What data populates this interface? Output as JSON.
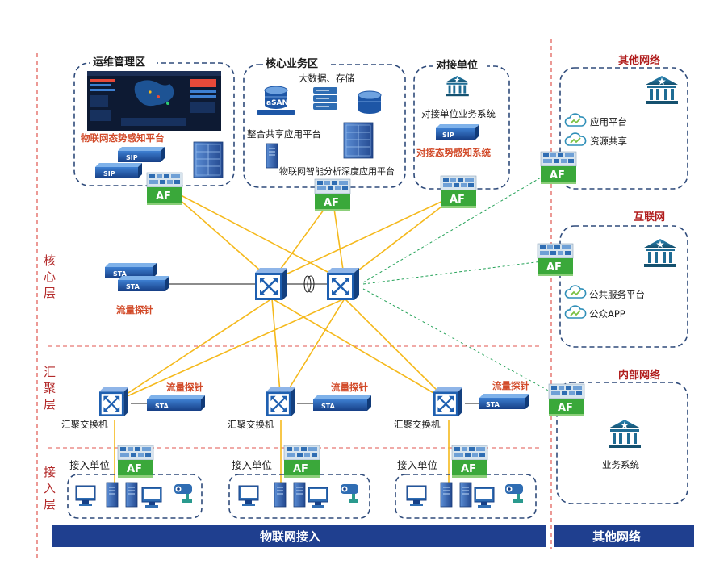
{
  "zones": {
    "ops": "运维管理区",
    "core_business": "核心业务区",
    "docking": "对接单位",
    "other_net": "其他网络",
    "internet": "互联网",
    "internal_net": "内部网络"
  },
  "labels": {
    "iot_awareness": "物联网态势感知平台",
    "big_data": "大数据、存储",
    "asan": "aSAN",
    "integrated_app": "整合共享应用平台",
    "iot_analysis": "物联网智能分析深度应用平台",
    "dock_business": "对接单位业务系统",
    "dock_awareness": "对接态势感知系统",
    "app_platform": "应用平台",
    "resource_share": "资源共享",
    "public_service": "公共服务平台",
    "public_app": "公众APP",
    "business_system": "业务系统",
    "probe": "流量探针",
    "agg_switch": "汇聚交换机",
    "access_unit": "接入单位"
  },
  "devices": {
    "af": "AF",
    "sip": "SIP",
    "sta": "STA"
  },
  "layers": {
    "core": "核心层",
    "aggregation": "汇聚层",
    "access": "接入层"
  },
  "bottom_bar": {
    "iot_access": "物联网接入",
    "other_network": "其他网络"
  },
  "colors": {
    "link_yellow": "#f5b91c",
    "link_green_dash": "#27a35a",
    "bar_blue": "#1f3f8f",
    "zone_border": "#2e4a7a",
    "layer_red": "#b32a2a",
    "af_green": "#3aa83a",
    "device_blue": "#1d56a6"
  }
}
